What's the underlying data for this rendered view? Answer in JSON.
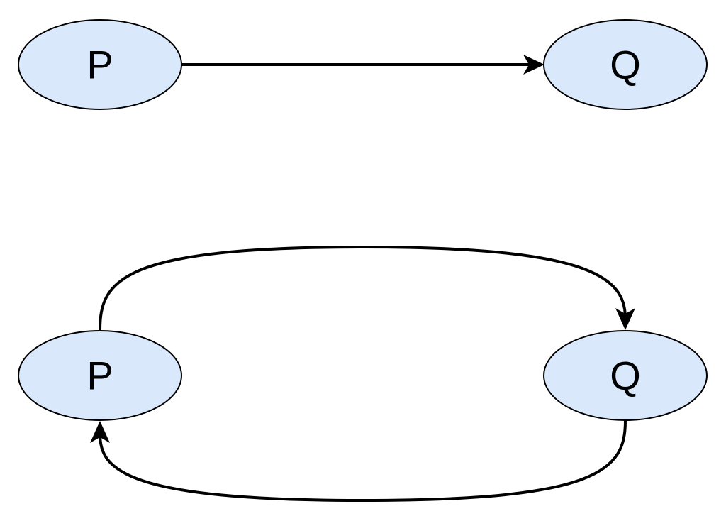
{
  "diagram": {
    "top": {
      "nodes": [
        {
          "id": "p",
          "label": "P"
        },
        {
          "id": "q",
          "label": "Q"
        }
      ],
      "edges": [
        {
          "from": "P",
          "to": "Q"
        }
      ]
    },
    "bottom": {
      "nodes": [
        {
          "id": "p",
          "label": "P"
        },
        {
          "id": "q",
          "label": "Q"
        }
      ],
      "edges": [
        {
          "from": "P",
          "to": "Q"
        },
        {
          "from": "Q",
          "to": "P"
        }
      ]
    }
  },
  "colors": {
    "node_fill": "#dae8fc",
    "stroke": "#000000",
    "background": "#ffffff"
  }
}
